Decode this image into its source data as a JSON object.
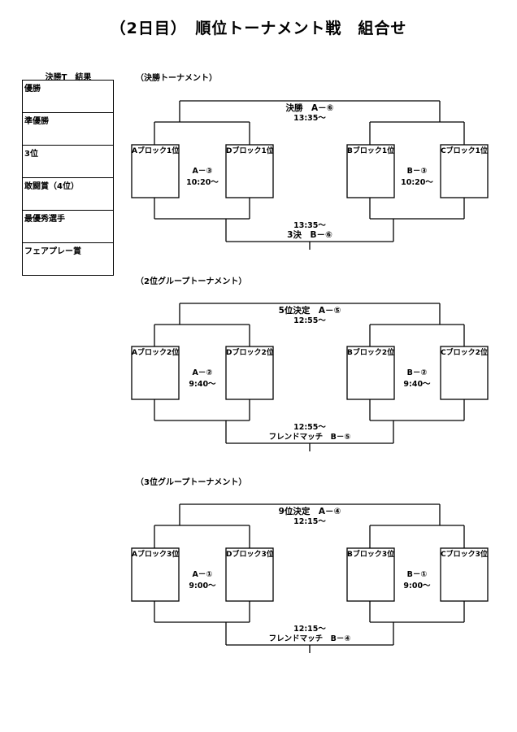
{
  "title": "（2日目）　順位トーナメント戦　組合せ",
  "results_table": {
    "header": "決勝T　結果",
    "rows": [
      "優勝",
      "準優勝",
      "3位",
      "敢闘賞（4位）",
      "最優秀選手",
      "フェアプレー賞"
    ]
  },
  "brackets": [
    {
      "heading": "（決勝トーナメント）",
      "top_match": {
        "label": "決勝　A－⑥",
        "time": "13:35～"
      },
      "bottom_match": {
        "time": "13:35～",
        "label": "3決　B－⑥"
      },
      "left_match": {
        "label": "A－③",
        "time": "10:20～"
      },
      "right_match": {
        "label": "B－③",
        "time": "10:20～"
      },
      "teams": [
        "Aブロック1位",
        "Dブロック1位",
        "Bブロック1位",
        "Cブロック1位"
      ]
    },
    {
      "heading": "（2位グループトーナメント）",
      "top_match": {
        "label": "5位決定　A－⑤",
        "time": "12:55～"
      },
      "bottom_match": {
        "time": "12:55～",
        "label": "フレンドマッチ　B－⑤"
      },
      "left_match": {
        "label": "A－②",
        "time": "9:40～"
      },
      "right_match": {
        "label": "B－②",
        "time": "9:40～"
      },
      "teams": [
        "Aブロック2位",
        "Dブロック2位",
        "Bブロック2位",
        "Cブロック2位"
      ]
    },
    {
      "heading": "（3位グループトーナメント）",
      "top_match": {
        "label": "9位決定　A－④",
        "time": "12:15～"
      },
      "bottom_match": {
        "time": "12:15～",
        "label": "フレンドマッチ　B－④"
      },
      "left_match": {
        "label": "A－①",
        "time": "9:00～"
      },
      "right_match": {
        "label": "B－①",
        "time": "9:00～"
      },
      "teams": [
        "Aブロック3位",
        "Dブロック3位",
        "Bブロック3位",
        "Cブロック3位"
      ]
    }
  ]
}
